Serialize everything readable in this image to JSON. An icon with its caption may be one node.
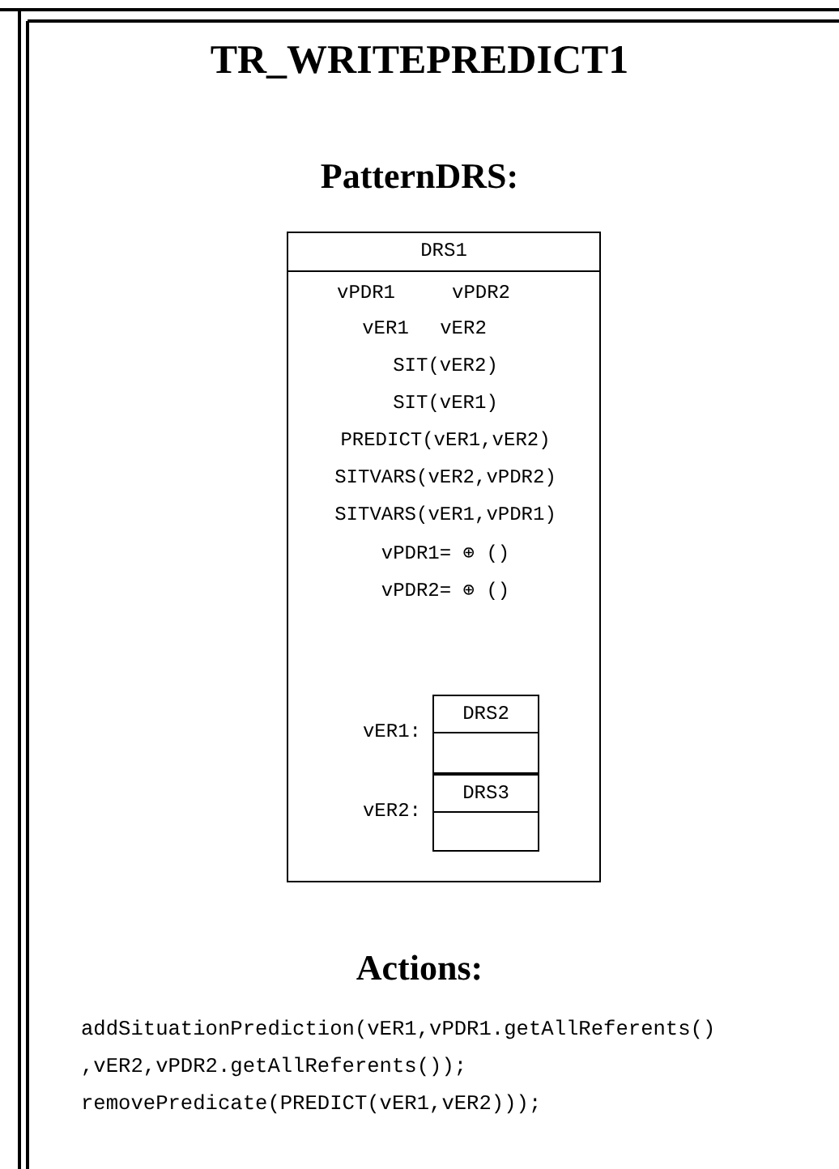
{
  "diagram": {
    "title": "TR_WRITEPREDICT1",
    "nodes": [
      {
        "text": [
          "DRS1",
          "vPDR1",
          "vPDR2",
          "vER1",
          "vER2",
          "SIT(vER2)",
          "SIT(vER1)",
          "PREDICT(vER1,vER2)",
          "SITVARS(vER2,vPDR2)",
          "SITVARS(vER1,vPDR1)",
          "vPDR1= ⊕ ()",
          "vPDR2= ⊕ ()"
        ]
      },
      {
        "text": [
          "DRS2"
        ],
        "in": 0,
        "beside": [
          "vER1:"
        ]
      },
      {
        "text": [
          "DRS3"
        ],
        "in": 0,
        "beside": [
          "vER2:"
        ]
      }
    ],
    "labels": [
      "PatternDRS:",
      "Actions:",
      "addSituationPrediction(vER1,vPDR1.getAllReferents() ,vER2,vPDR2.getAllReferents());",
      "removePredicate(PREDICT(vER1,vER2)));"
    ]
  }
}
